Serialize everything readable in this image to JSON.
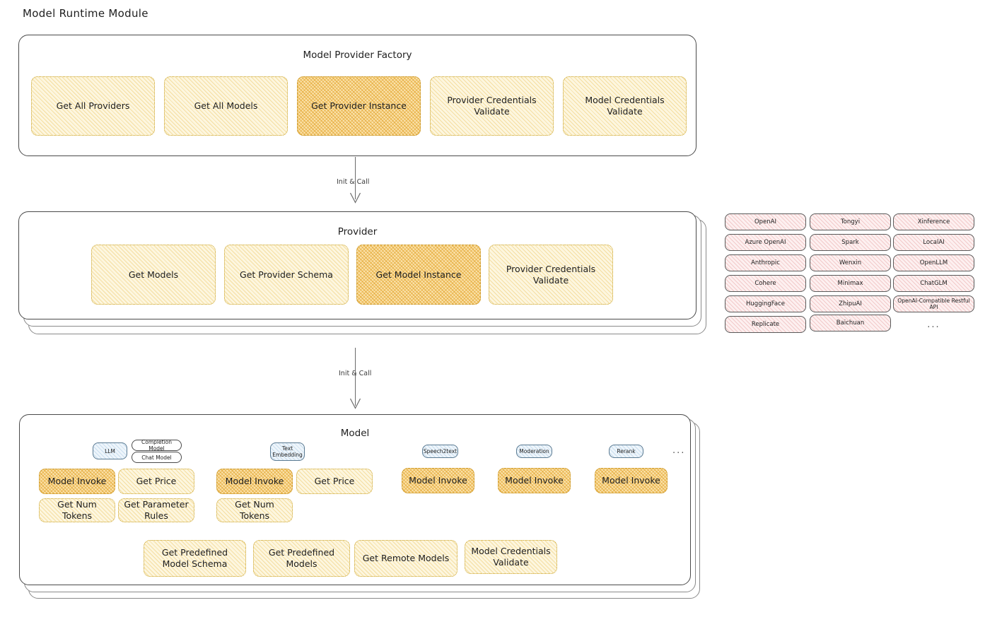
{
  "title": "Model Runtime Module",
  "factory": {
    "title": "Model Provider Factory",
    "items": [
      {
        "label": "Get All Providers",
        "highlight": false
      },
      {
        "label": "Get All Models",
        "highlight": false
      },
      {
        "label": "Get Provider Instance",
        "highlight": true
      },
      {
        "label": "Provider Credentials Validate",
        "highlight": false
      },
      {
        "label": "Model Credentials Validate",
        "highlight": false
      }
    ]
  },
  "arrows": [
    {
      "label": "Init & Call"
    },
    {
      "label": "Init & Call"
    }
  ],
  "provider": {
    "title": "Provider",
    "items": [
      {
        "label": "Get Models",
        "highlight": false
      },
      {
        "label": "Get Provider Schema",
        "highlight": false
      },
      {
        "label": "Get Model Instance",
        "highlight": true
      },
      {
        "label": "Provider Credentials Validate",
        "highlight": false
      }
    ]
  },
  "provider_list": {
    "column1": [
      "OpenAI",
      "Azure OpenAI",
      "Anthropic",
      "Cohere",
      "HuggingFace",
      "Replicate"
    ],
    "column2": [
      "Tongyi",
      "Spark",
      "Wenxin",
      "Minimax",
      "ZhipuAI",
      "Baichuan"
    ],
    "column3": [
      "Xinference",
      "LocalAI",
      "OpenLLM",
      "ChatGLM",
      "OpenAI-Compatible Restful API"
    ],
    "more": "..."
  },
  "model": {
    "title": "Model",
    "more": "...",
    "types": [
      {
        "name": "LLM",
        "subtypes": [
          "Completion Model",
          "Chat Model"
        ],
        "methods_row1": [
          {
            "label": "Model Invoke",
            "highlight": true
          },
          {
            "label": "Get Price",
            "highlight": false
          }
        ],
        "methods_row2": [
          {
            "label": "Get Num Tokens",
            "highlight": false
          },
          {
            "label": "Get Parameter Rules",
            "highlight": false
          }
        ]
      },
      {
        "name": "Text Embedding",
        "subtypes": [],
        "methods_row1": [
          {
            "label": "Model Invoke",
            "highlight": true
          },
          {
            "label": "Get Price",
            "highlight": false
          }
        ],
        "methods_row2": [
          {
            "label": "Get Num Tokens",
            "highlight": false
          }
        ]
      },
      {
        "name": "Speech2text",
        "subtypes": [],
        "methods_row1": [
          {
            "label": "Model Invoke",
            "highlight": true
          }
        ],
        "methods_row2": []
      },
      {
        "name": "Moderation",
        "subtypes": [],
        "methods_row1": [
          {
            "label": "Model Invoke",
            "highlight": true
          }
        ],
        "methods_row2": []
      },
      {
        "name": "Rerank",
        "subtypes": [],
        "methods_row1": [
          {
            "label": "Model Invoke",
            "highlight": true
          }
        ],
        "methods_row2": []
      }
    ],
    "shared_methods": [
      {
        "label": "Get Predefined Model Schema"
      },
      {
        "label": "Get Predefined Models"
      },
      {
        "label": "Get Remote Models"
      },
      {
        "label": "Model Credentials Validate"
      }
    ]
  },
  "colors": {
    "leaf_fill": "#fdf6df",
    "leaf_highlight_fill": "#fbe3ac",
    "pill_fill": "#fdf0f0",
    "chip_fill": "#eef5fb",
    "stroke": "#1e1e1e"
  }
}
